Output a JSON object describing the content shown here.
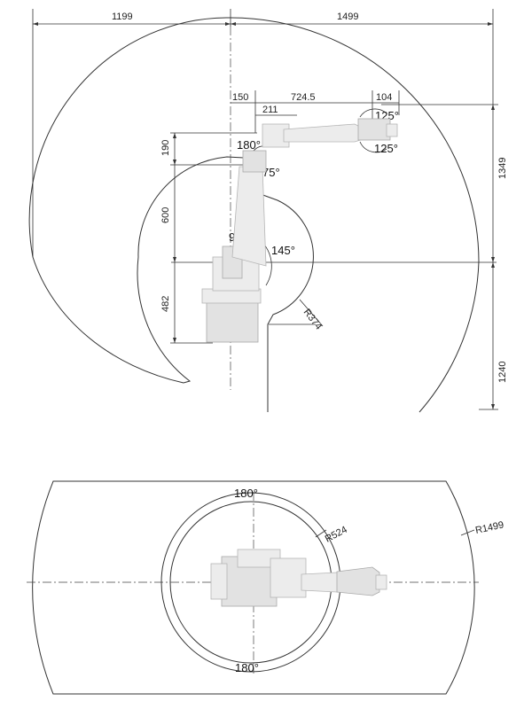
{
  "side_view": {
    "dims": {
      "top_left_reach": "1199",
      "top_right_reach": "1499",
      "offset_150": "150",
      "forearm_724_5": "724.5",
      "wrist_104": "104",
      "elbow_211": "211",
      "height_190": "190",
      "upper_arm_600": "600",
      "base_482": "482",
      "right_1349": "1349",
      "right_1240": "1240",
      "radius_374": "R374"
    },
    "angles": {
      "j4_up": "125°",
      "j4_down": "125°",
      "j3_180": "180°",
      "j3_75": "75°",
      "j2_90": "90°",
      "j2_145": "145°"
    }
  },
  "top_view": {
    "angles": {
      "top_180": "180°",
      "bottom_180": "180°"
    },
    "radius_524": "R524",
    "radius_1499": "R1499"
  }
}
